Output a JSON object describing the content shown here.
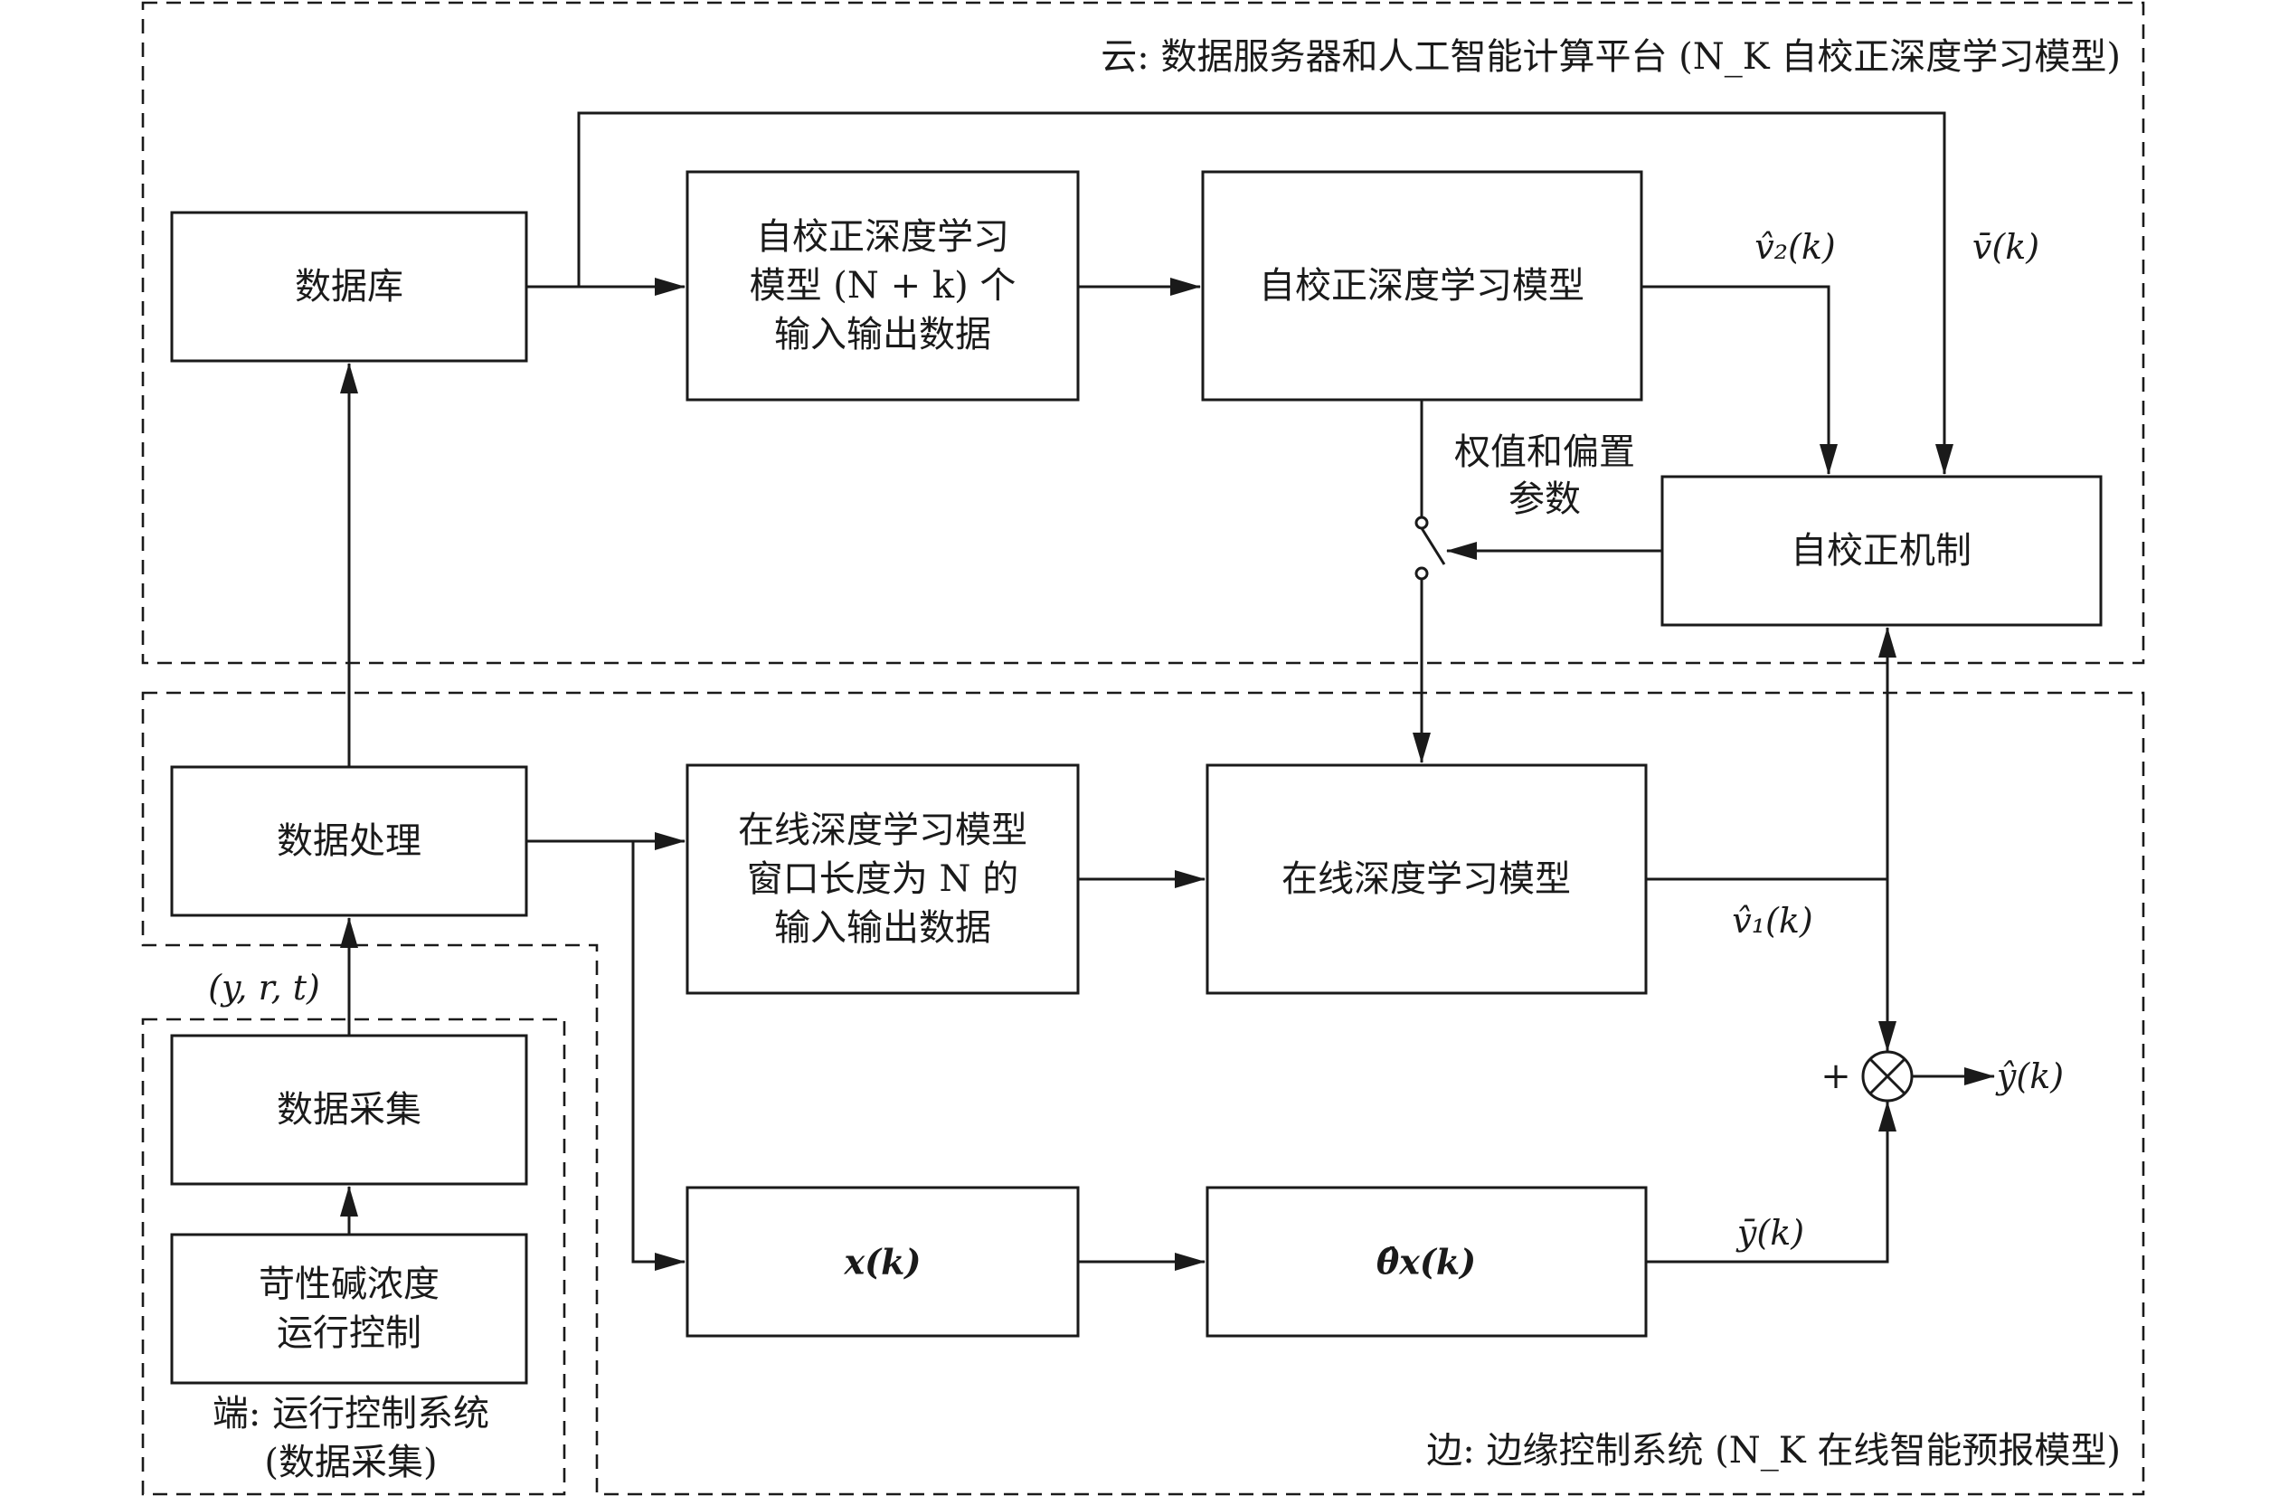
{
  "regions": {
    "cloud": "云: 数据服务器和人工智能计算平台 (N_K 自校正深度学习模型)",
    "edge": "边: 边缘控制系统 (N_K 在线智能预报模型)",
    "terminal_line1": "端: 运行控制系统",
    "terminal_line2": "(数据采集)"
  },
  "boxes": {
    "database": "数据库",
    "self_data_line1": "自校正深度学习",
    "self_data_line2": "模型 (N + k) 个",
    "self_data_line3": "输入输出数据",
    "self_model": "自校正深度学习模型",
    "self_mech": "自校正机制",
    "data_proc": "数据处理",
    "online_data_line1": "在线深度学习模型",
    "online_data_line2": "窗口长度为 N 的",
    "online_data_line3": "输入输出数据",
    "online_model": "在线深度学习模型",
    "data_acq": "数据采集",
    "control_line1": "苛性碱浓度",
    "control_line2": "运行控制",
    "xk": "x(k)",
    "theta_xk": "θ̂x(k)"
  },
  "labels": {
    "v2hat": "v̂₂(k)",
    "vbar": "v̄(k)",
    "weights_line1": "权值和偏置",
    "weights_line2": "参数",
    "v1hat": "v̂₁(k)",
    "yrt": "(y, r, t)",
    "plus": "+",
    "yhat": "ŷ(k)",
    "ybar": "ȳ(k)"
  }
}
